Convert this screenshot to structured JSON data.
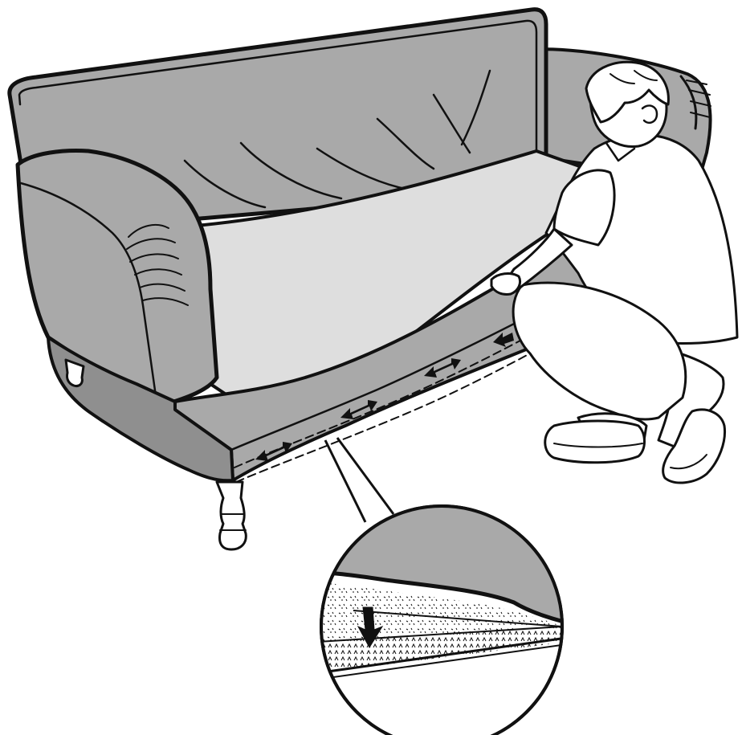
{
  "illustration": {
    "subject": "sofa-cover-fitting",
    "colors": {
      "outline": "#111111",
      "cover": "#a9a9a9",
      "cover_dark": "#8f8f8f",
      "seat": "#dedede",
      "skin": "#ffffff",
      "background": "#ffffff"
    },
    "icons": {
      "adjust_arrows": "double-headed-arrow",
      "tuck_arrow": "down-arrow",
      "magnifier": "detail-callout"
    }
  }
}
